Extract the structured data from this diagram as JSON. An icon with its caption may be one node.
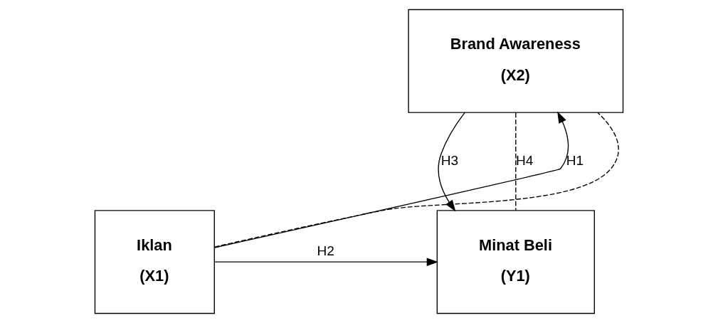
{
  "diagram": {
    "nodes": [
      {
        "text": [
          "Brand Awareness",
          "(X2)"
        ]
      },
      {
        "text": [
          "Iklan",
          "(X1)"
        ]
      },
      {
        "text": [
          "Minat Beli",
          "(Y1)"
        ]
      }
    ],
    "edges": [
      {
        "from": 1,
        "to": 0,
        "arrow": "to",
        "label": "H1"
      },
      {
        "from": 1,
        "to": 0,
        "arrow": "none",
        "style": "dashed"
      },
      {
        "from": 0,
        "to": 2,
        "arrow": "to",
        "label": "H3"
      },
      {
        "from": 0,
        "to": 2,
        "arrow": "none",
        "style": "dashed",
        "label": "H4"
      },
      {
        "from": 1,
        "to": 2,
        "arrow": "to",
        "label": "H2"
      }
    ]
  }
}
